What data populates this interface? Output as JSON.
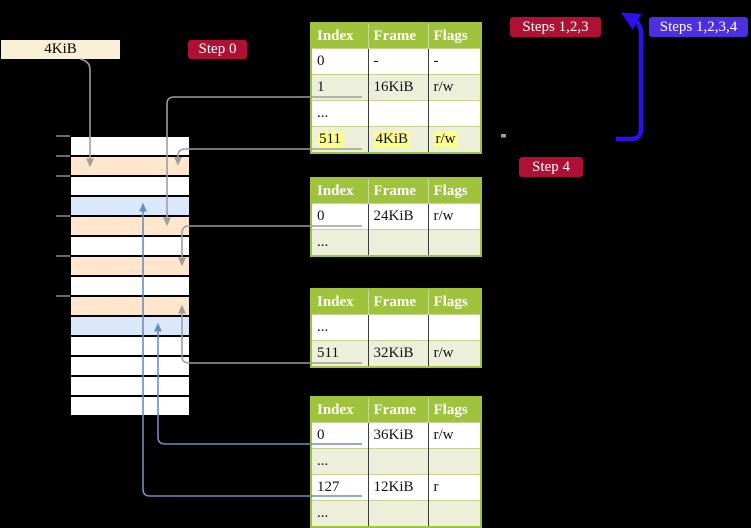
{
  "labels": {
    "frame_size": "4KiB",
    "step0": "Step 0",
    "steps123": "Steps 1,2,3",
    "steps1234": "Steps 1,2,3,4",
    "step4": "Step 4"
  },
  "table_headers": [
    "Index",
    "Frame",
    "Flags"
  ],
  "page_tables": [
    {
      "id": "page-table-1",
      "rows": [
        {
          "cells": [
            "0",
            "-",
            "-"
          ],
          "alt": false
        },
        {
          "cells": [
            "1",
            "16KiB",
            "r/w"
          ],
          "alt": true,
          "arrow": "gray",
          "arrow_target_frame": "16KiB"
        },
        {
          "cells": [
            "...",
            "",
            ""
          ],
          "alt": false
        },
        {
          "cells": [
            "511",
            "4KiB",
            "r/w"
          ],
          "alt": true,
          "highlight": true,
          "arrow": "gray",
          "arrow_target_frame": "4KiB"
        }
      ]
    },
    {
      "id": "page-table-2",
      "rows": [
        {
          "cells": [
            "0",
            "24KiB",
            "r/w"
          ],
          "alt": false,
          "arrow": "gray",
          "arrow_target_frame": "24KiB"
        },
        {
          "cells": [
            "...",
            "",
            ""
          ],
          "alt": true
        }
      ]
    },
    {
      "id": "page-table-3",
      "rows": [
        {
          "cells": [
            "...",
            "",
            ""
          ],
          "alt": false
        },
        {
          "cells": [
            "511",
            "32KiB",
            "r/w"
          ],
          "alt": true,
          "arrow": "gray",
          "arrow_target_frame": "32KiB"
        }
      ]
    },
    {
      "id": "page-table-4",
      "rows": [
        {
          "cells": [
            "0",
            "36KiB",
            "r/w"
          ],
          "alt": false,
          "arrow": "blue",
          "arrow_target_frame": "36KiB"
        },
        {
          "cells": [
            "...",
            "",
            ""
          ],
          "alt": true
        },
        {
          "cells": [
            "127",
            "12KiB",
            "r"
          ],
          "alt": false,
          "arrow": "blue",
          "arrow_target_frame": "12KiB"
        },
        {
          "cells": [
            "...",
            "",
            ""
          ],
          "alt": true
        }
      ]
    }
  ],
  "memory_stack": {
    "rows": [
      {
        "type": "free"
      },
      {
        "type": "page_table"
      },
      {
        "type": "free"
      },
      {
        "type": "mapped_page"
      },
      {
        "type": "page_table"
      },
      {
        "type": "free"
      },
      {
        "type": "page_table"
      },
      {
        "type": "free"
      },
      {
        "type": "page_table"
      },
      {
        "type": "mapped_page"
      },
      {
        "type": "free"
      },
      {
        "type": "free"
      },
      {
        "type": "free"
      },
      {
        "type": "free"
      }
    ]
  },
  "colors": {
    "background": "#000000",
    "table_header": "#9FC33C",
    "table_row_alt": "#ECF0DA",
    "table_border": "#9FC33C",
    "highlight_yellow": "#FDFD8B",
    "frame_free": "#FFFFFF",
    "frame_page_table": "#FFE6CC",
    "frame_mapped_page": "#DAE8FC",
    "arrow_gray": "#9E9E9E",
    "arrow_blue": "#6C8EBF",
    "big_arrow_blue": "#2D11E8",
    "badge_crimson": "#AE1133",
    "badge_blue": "#4D2FE0",
    "label_cream": "#FAF0D5"
  }
}
